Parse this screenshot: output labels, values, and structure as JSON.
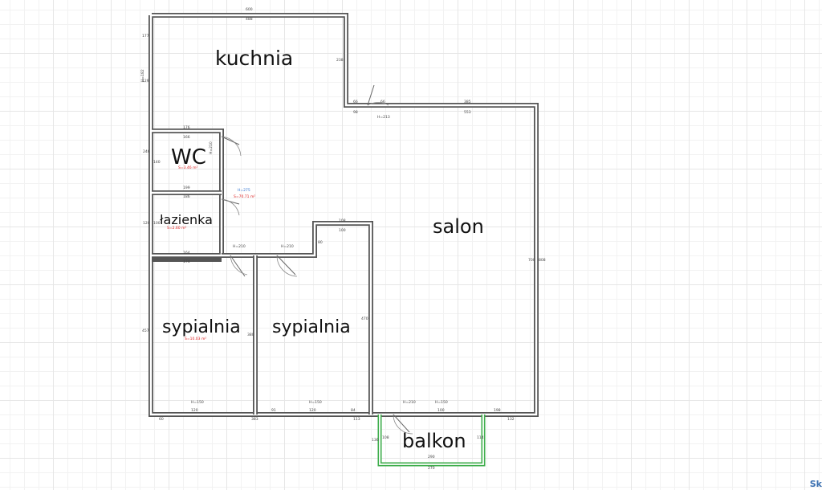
{
  "rooms": {
    "kuchnia": "kuchnia",
    "wc": "WC",
    "lazienka": "łazienka",
    "sypialnia_1": "sypialnia",
    "sypialnia_2": "sypialnia",
    "salon": "salon",
    "balkon": "balkon"
  },
  "dimensions": {
    "top_outer": "600",
    "top_inner": "488",
    "kitchen_right": "238",
    "step_a": "66",
    "step_b": "66",
    "step_c": "98",
    "salon_top_outer": "385",
    "salon_top_inner": "553",
    "door_kuchnia": "H=213",
    "left_177": "177",
    "left_129": "129",
    "left_h182": "H=182",
    "wc_176": "176",
    "wc_166": "166",
    "wc_246": "246",
    "wc_140": "140",
    "wc_h210": "H=210",
    "bath_199": "199",
    "bath_186": "186",
    "bath_120": "120",
    "bath_100": "100",
    "bath_174": "174",
    "bath_164": "164",
    "h210_a": "H=210",
    "h210_b": "H=210",
    "corridor_108": "108",
    "corridor_100": "100",
    "corridor_470": "470",
    "corridor_80": "80",
    "bed_457": "457",
    "bed_380": "380",
    "h150_a": "H=150",
    "h150_b": "H=150",
    "bot_120_a": "120",
    "bot_120_b": "120",
    "bot_60": "60",
    "bot_383": "383",
    "bot_91": "91",
    "bot_84": "84",
    "bot_113": "113",
    "salon_700": "700",
    "salon_808": "808",
    "salon_198": "198",
    "salon_132": "132",
    "balk_h210": "H=210",
    "balk_h150": "H=150",
    "balk_100": "100",
    "balk_136": "136",
    "balk_290": "290",
    "balk_270": "270",
    "balk_108": "108",
    "balk_114": "114",
    "area_wc": "S=3.46 m²",
    "area_bath": "S=2.60 m²",
    "area_bed": "S=10.03 m²",
    "area_total": "S=70.71 m²",
    "hall_h": "H=275"
  },
  "brand": "Sk",
  "colors": {
    "wall": "#555555",
    "balcony": "#3fae4c",
    "brand": "#3a6fb0",
    "area_text": "#dd2222"
  }
}
